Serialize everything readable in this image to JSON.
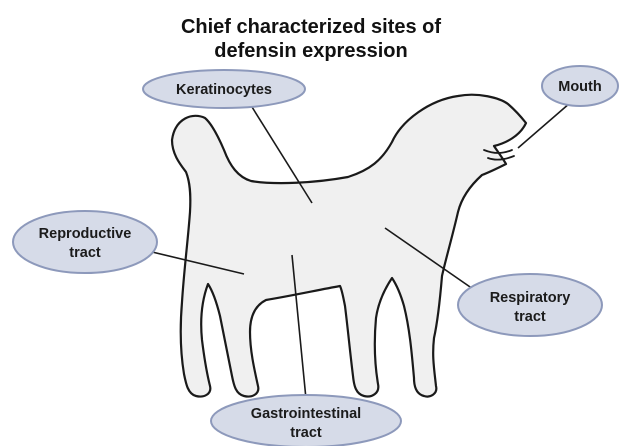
{
  "title": {
    "line1": "Chief characterized sites of",
    "line2": "defensin expression"
  },
  "labels": {
    "keratinocytes": {
      "line1": "Keratinocytes"
    },
    "mouth": {
      "line1": "Mouth"
    },
    "reproductive": {
      "line1": "Reproductive",
      "line2": "tract"
    },
    "respiratory": {
      "line1": "Respiratory",
      "line2": "tract"
    },
    "gastrointestinal": {
      "line1": "Gastrointestinal",
      "line2": "tract"
    }
  },
  "colors": {
    "pill_fill": "#d6dbe8",
    "pill_stroke": "#8d99bb",
    "silhouette_fill": "#f0f0f0",
    "outline": "#1a1a1a"
  },
  "icons": {
    "silhouette": "dog-silhouette-icon"
  }
}
